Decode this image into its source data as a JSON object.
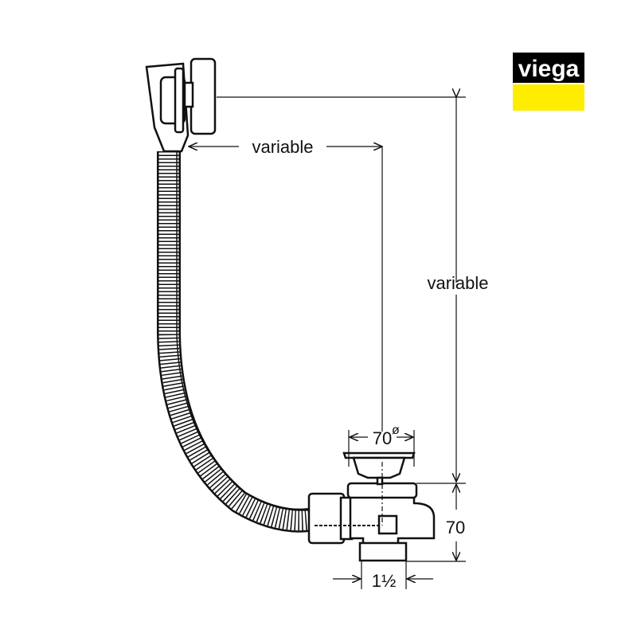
{
  "logo": {
    "text": "viega",
    "colors": {
      "black": "#000000",
      "yellow": "#ffed00"
    }
  },
  "dimensions": {
    "horizontal_top": "variable",
    "vertical_right": "variable",
    "drain_diameter": "70",
    "diameter_symbol": "ø",
    "drain_height": "70",
    "outlet_size": "1½"
  }
}
